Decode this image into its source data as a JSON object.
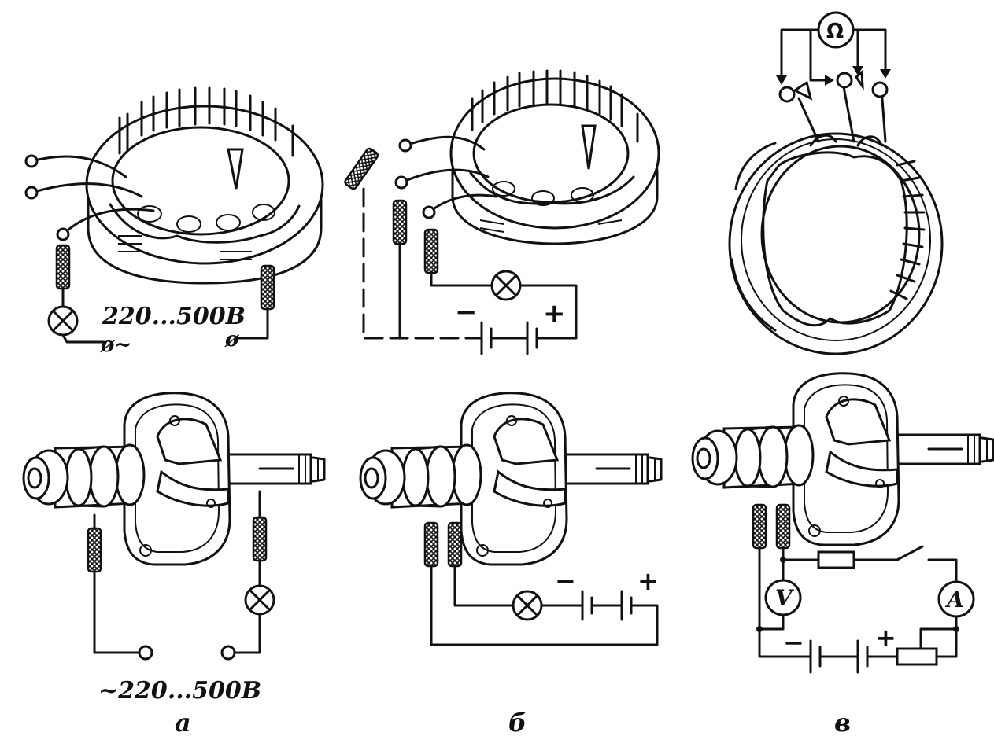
{
  "labels": {
    "voltage_top": "220...500В",
    "ac_terminal": "ø~",
    "terminal": "ø",
    "voltage_bottom": "~220...500В",
    "panel_a": "а",
    "panel_b": "б",
    "panel_c": "в"
  },
  "symbols": {
    "minus": "−",
    "plus": "+",
    "ohm": "Ω",
    "volt": "V",
    "amp": "A"
  },
  "colors": {
    "ink": "#111111",
    "paper": "#ffffff"
  }
}
